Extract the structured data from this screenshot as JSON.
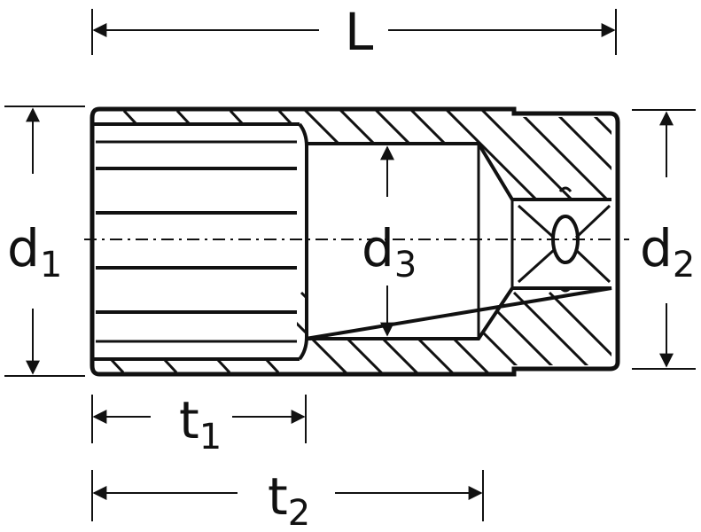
{
  "labels": {
    "L": {
      "main": "L",
      "sub": ""
    },
    "d1": {
      "main": "d",
      "sub": "1"
    },
    "d2": {
      "main": "d",
      "sub": "2"
    },
    "d3": {
      "main": "d",
      "sub": "3"
    },
    "t1": {
      "main": "t",
      "sub": "1"
    },
    "t2": {
      "main": "t",
      "sub": "2"
    }
  },
  "colors": {
    "ink": "#111111",
    "background": "#ffffff"
  }
}
